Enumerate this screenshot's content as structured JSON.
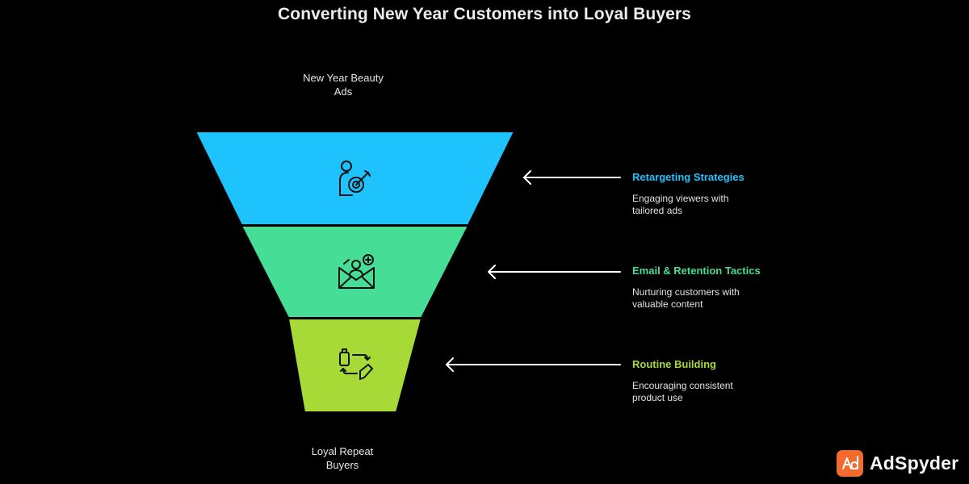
{
  "title": "Converting New Year Customers into Loyal Buyers",
  "funnel": {
    "top_label": [
      "New Year Beauty",
      "Ads"
    ],
    "bottom_label": [
      "Loyal Repeat",
      "Buyers"
    ],
    "stages": [
      {
        "heading": "Retargeting Strategies",
        "description": [
          "Engaging viewers with",
          "tailored ads"
        ],
        "color": "#1ec3fd",
        "text_color": "#1ec3fd",
        "icon": "target-person-icon"
      },
      {
        "heading": "Email & Retention Tactics",
        "description": [
          "Nurturing customers with",
          "valuable content"
        ],
        "color": "#46de96",
        "text_color": "#46de96",
        "icon": "email-add-user-icon"
      },
      {
        "heading": "Routine Building",
        "description": [
          "Encouraging consistent",
          "product use"
        ],
        "color": "#a7da36",
        "text_color": "#a7da36",
        "icon": "routine-cycle-icon"
      }
    ]
  },
  "brand": {
    "name": "AdSpyder",
    "color": "#f26a2e"
  }
}
